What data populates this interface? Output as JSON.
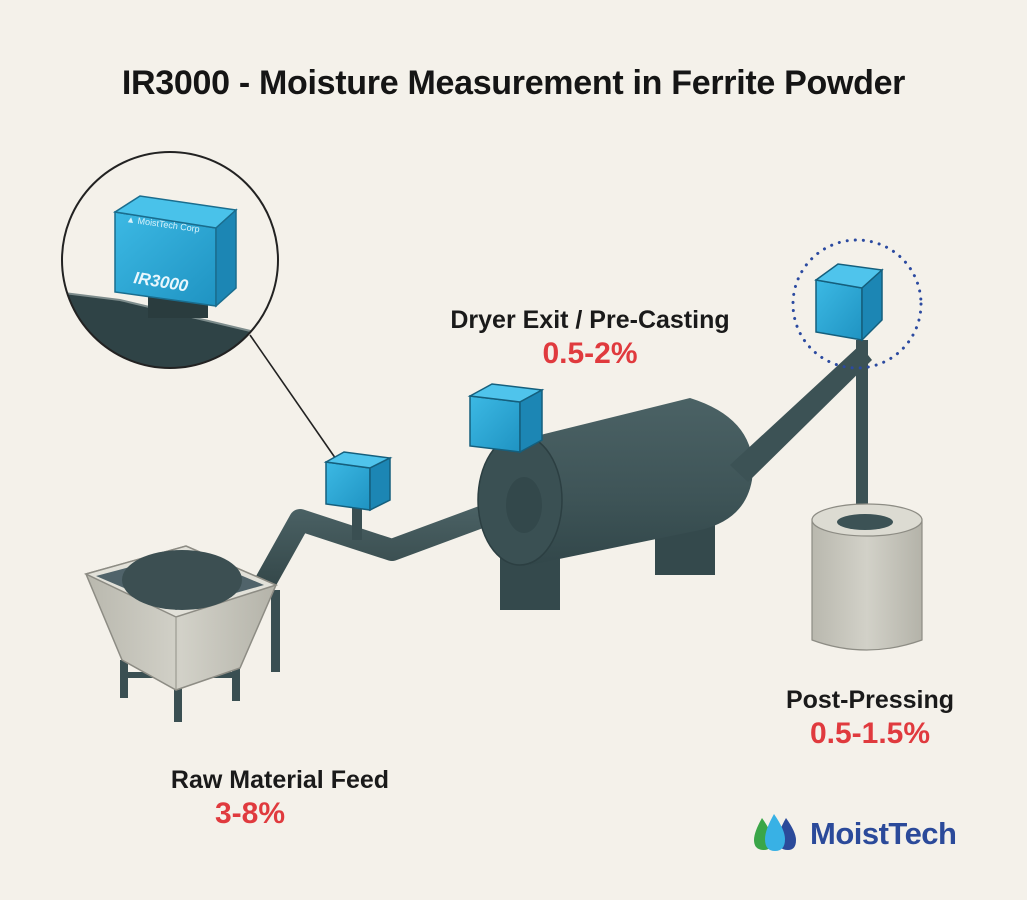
{
  "title": "IR3000 - Moisture Measurement in Ferrite Powder",
  "inset": {
    "device_brand": "MoistTech Corp",
    "device_model": "IR3000"
  },
  "stages": [
    {
      "name": "Raw Material Feed",
      "moisture_range": "3-8%"
    },
    {
      "name": "Dryer Exit / Pre-Casting",
      "moisture_range": "0.5-2%"
    },
    {
      "name": "Post-Pressing",
      "moisture_range": "0.5-1.5%"
    }
  ],
  "logo": {
    "text": "MoistTech"
  },
  "colors": {
    "background": "#f4f1ea",
    "sensor": "#29a6d3",
    "machinery": "#3e5457",
    "hopper": "#c7c6bd",
    "value_red": "#e03a3e",
    "logo_blue": "#2b4a9a",
    "highlight_dots": "#2b4aa0"
  }
}
